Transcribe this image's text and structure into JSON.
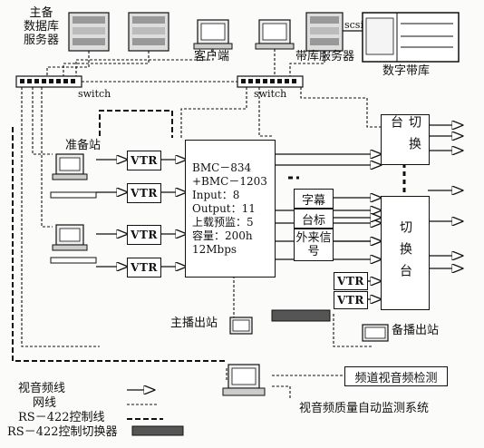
{
  "labels": {
    "primary_server": [
      "主备",
      "数据库",
      "服务器"
    ],
    "client": "客户端",
    "scsi": "scsi",
    "tape_server": "带库服务器",
    "digital_tape_library": "数字带库",
    "switch_left": "switch",
    "switch_right": "switch",
    "prep_station": "准备站",
    "main_playout": "主播出站",
    "backup_playout": "备播出站",
    "channel_monitor": "频道视音频检测",
    "av_monitor_system": "视音频质量自动监测系统"
  },
  "vtr_label": "VTR",
  "bmc_lines": [
    "BMC－834",
    "+BMC－1203",
    "Input：8",
    "Output：11",
    "上载预监：5",
    "容量：200h",
    "12Mbps"
  ],
  "side_boxes": {
    "subtitle": "字幕",
    "station_logo": "台标",
    "external_signal": "外来信号"
  },
  "switcher_label": "切换台",
  "legend": {
    "av_line": "视音频线",
    "network_line": "网线",
    "rs422_line": "RS－422控制线",
    "rs422_switcher": "RS－422控制切换器"
  }
}
